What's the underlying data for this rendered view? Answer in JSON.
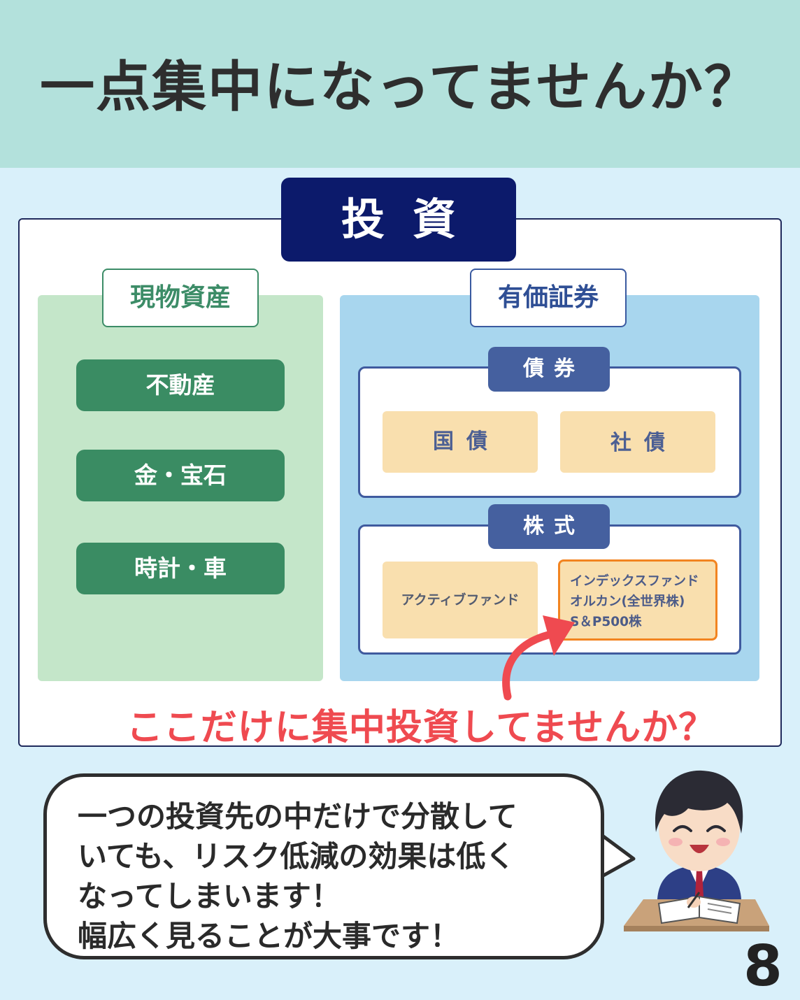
{
  "header": {
    "title": "一点集中になってませんか？"
  },
  "invest": {
    "label": "投資"
  },
  "physical": {
    "title": "現物資産",
    "items": [
      {
        "label": "不動産"
      },
      {
        "label": "金・宝石"
      },
      {
        "label": "時計・車"
      }
    ]
  },
  "securities": {
    "title": "有価証券",
    "bonds": {
      "label": "債券",
      "items": [
        {
          "label": "国債"
        },
        {
          "label": "社債"
        }
      ]
    },
    "stocks": {
      "label": "株式",
      "active": "アクティブファンド",
      "index_lines": [
        "インデックスファンド",
        "オルカン(全世界株)",
        "S＆P500株"
      ]
    }
  },
  "callout": {
    "text": "ここだけに集中投資してませんか？"
  },
  "speech": {
    "lines": [
      "一つの投資先の中だけで分散して",
      "いても、リスク低減の効果は低く",
      "なってしまいます！",
      "幅広く見ることが大事です！"
    ]
  },
  "page_number": "8",
  "colors": {
    "header_bg": "#b3e1dc",
    "page_bg": "#d9f0fa",
    "invest_navy": "#0c1a6b",
    "physical_green": "#3a8c63",
    "physical_bg": "#c4e6c9",
    "securities_bg": "#a8d6ee",
    "sub_label_blue": "#45609f",
    "cell_beige": "#f9dfae",
    "highlight_orange": "#f28420",
    "alert_red": "#ef4a50"
  }
}
